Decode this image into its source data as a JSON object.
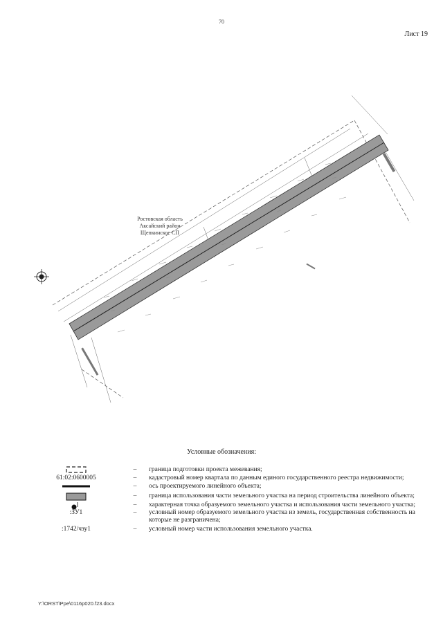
{
  "page_number": "70",
  "sheet_label": "Лист 19",
  "map": {
    "region_label_lines": [
      "Ростовская область",
      "Аксайский район",
      "Щепкинское СП"
    ],
    "compass_icon": "compass-rose-icon"
  },
  "legend": {
    "title": "Условные обозначения:",
    "items": [
      {
        "symbol_text": "",
        "symbol_type": "dashed-rectangle",
        "dash": "–",
        "text": "граница подготовки проекта межевания;"
      },
      {
        "symbol_text": "61:02:0600005",
        "symbol_type": "text",
        "dash": "–",
        "text": "кадастровый номер квартала по данным единого государственного реестра недвижимости;"
      },
      {
        "symbol_text": "",
        "symbol_type": "thick-line",
        "dash": "–",
        "text": "ось проектируемого линейного объекта;"
      },
      {
        "symbol_text": "",
        "symbol_type": "gray-rectangle",
        "dash": "–",
        "text": "граница использования части земельного участка на период строительства линейного объекта;"
      },
      {
        "symbol_text": "",
        "symbol_type": "point-with-stem",
        "dash": "–",
        "text": "характерная точка образуемого земельного участка и использования части земельного участка;"
      },
      {
        "symbol_text": ":ЗУ1",
        "symbol_type": "text",
        "dash": "–",
        "text": "условный номер образуемого земельного участка из земель, государственная собственность на которые не разграничена;"
      },
      {
        "symbol_text": ":1742/чзу1",
        "symbol_type": "text",
        "dash": "–",
        "text": "условный номер части использования земельного участка."
      }
    ]
  },
  "footer_path": "Y:\\ORST\\Ppe\\0116p020.f23.docx",
  "colors": {
    "strip_fill": "#9a9a9a",
    "line": "#333333"
  }
}
